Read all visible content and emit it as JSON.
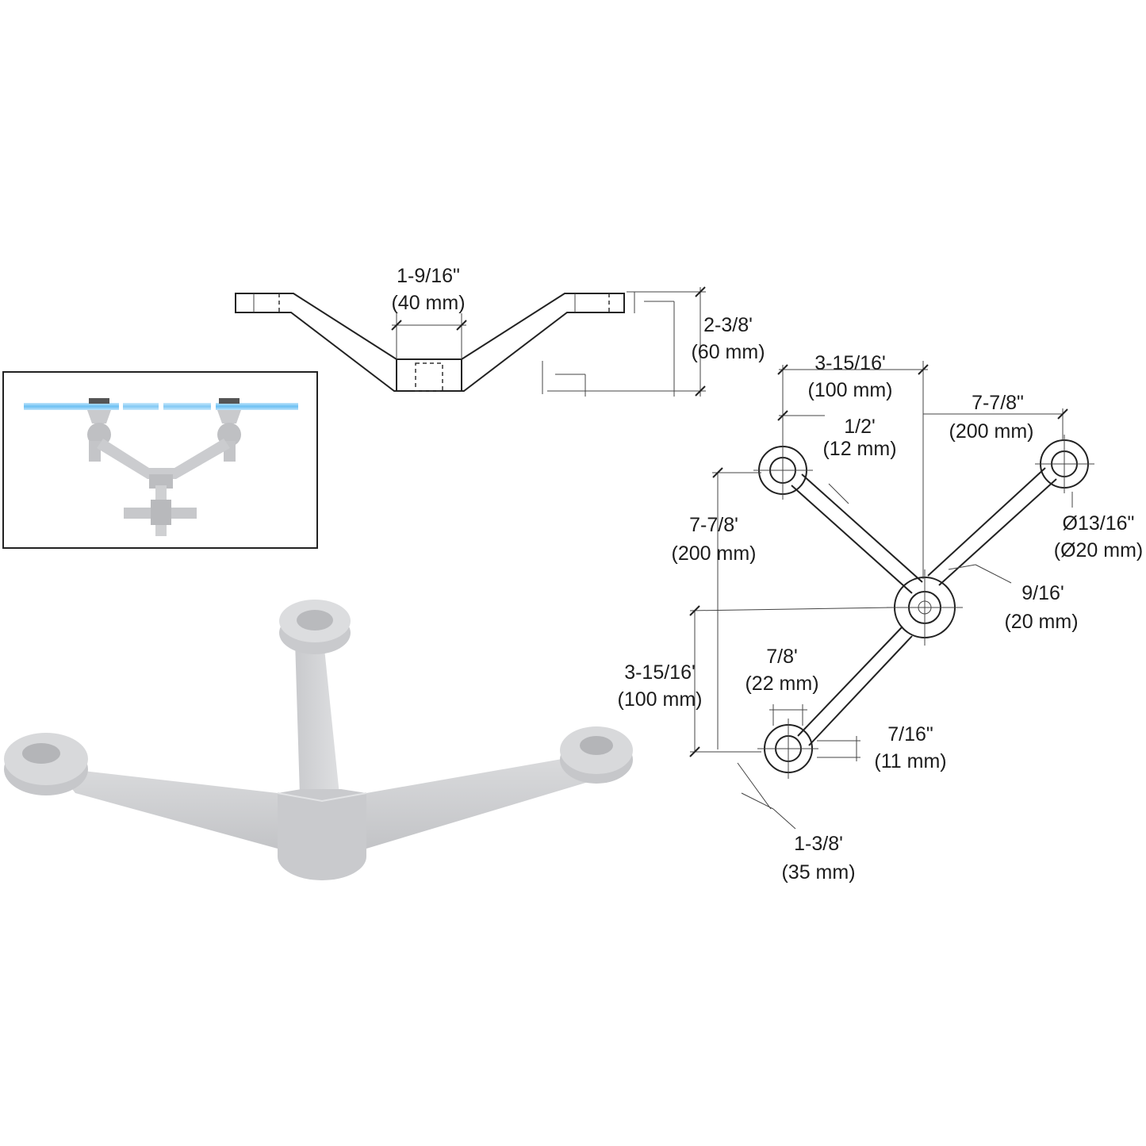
{
  "colors": {
    "line": "#222222",
    "metal": "#cfd0d2",
    "metal_dark": "#b4b5b8",
    "glass": "#7cc6f4"
  },
  "side_view": {
    "width_label": "1-9/16\"",
    "width_mm": "(40 mm)",
    "height_label": "2-3/8'",
    "height_mm": "(60 mm)"
  },
  "top_view": {
    "dim_a": "3-15/16'",
    "dim_a_mm": "(100 mm)",
    "dim_b": "1/2'",
    "dim_b_mm": "(12 mm)",
    "dim_c": "7-7/8\"",
    "dim_c_mm": "(200 mm)",
    "dim_d": "7-7/8'",
    "dim_d_mm": "(200 mm)",
    "dim_e": "Ø13/16\"",
    "dim_e_mm": "(Ø20 mm)",
    "dim_f": "9/16'",
    "dim_f_mm": "(20 mm)",
    "dim_g": "3-15/16'",
    "dim_g_mm": "(100 mm)",
    "dim_h": "7/8'",
    "dim_h_mm": "(22 mm)",
    "dim_i": "7/16\"",
    "dim_i_mm": "(11 mm)",
    "dim_j": "1-3/8'",
    "dim_j_mm": "(35 mm)"
  }
}
